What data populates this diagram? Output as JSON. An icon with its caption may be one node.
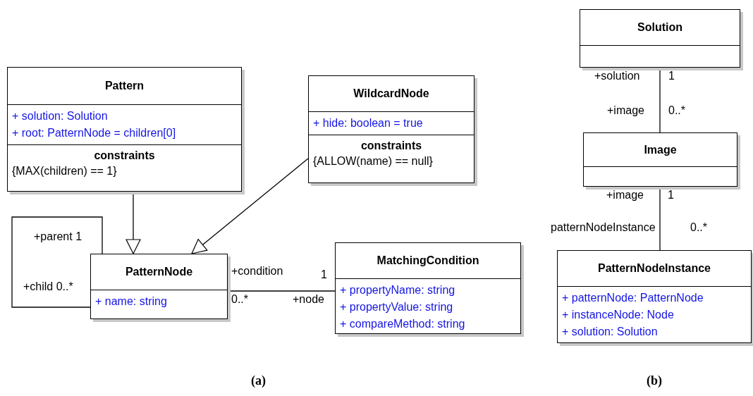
{
  "diagram": {
    "nodes": [
      {
        "text": [
          "Pattern",
          "+ solution: Solution",
          "+ root: PatternNode = children[0]",
          "constraints",
          "{MAX(children) == 1}"
        ]
      },
      {
        "text": [
          "WildcardNode",
          "+ hide: boolean = true",
          "constraints",
          "{ALLOW(name) == null}"
        ]
      },
      {
        "text": [
          "PatternNode",
          "+ name: string"
        ]
      },
      {
        "text": [
          "MatchingCondition",
          "+ propertyName: string",
          "+ propertyValue: string",
          "+ compareMethod: string"
        ]
      },
      {
        "text": [
          "Solution"
        ]
      },
      {
        "text": [
          "Image"
        ]
      },
      {
        "text": [
          "PatternNodeInstance",
          "+ patternNode: PatternNode",
          "+ instanceNode: Node",
          "+ solution: Solution"
        ]
      }
    ],
    "edges": [
      {
        "from": 0,
        "to": 2,
        "arrow": "to"
      },
      {
        "from": 1,
        "to": 2,
        "arrow": "to"
      },
      {
        "from": 2,
        "to": 2,
        "arrow": "none"
      },
      {
        "from": 2,
        "to": 3,
        "arrow": "none"
      },
      {
        "from": 4,
        "to": 5,
        "arrow": "none"
      },
      {
        "from": 5,
        "to": 6,
        "arrow": "none"
      }
    ],
    "labels": [
      "+parent 1",
      "+child 0..*",
      "+condition",
      "1",
      "0..*",
      "+node",
      "+solution",
      "1",
      "+image",
      "0..*",
      "+image",
      "1",
      "patternNodeInstance",
      "0..*",
      "(a)",
      "(b)"
    ]
  }
}
